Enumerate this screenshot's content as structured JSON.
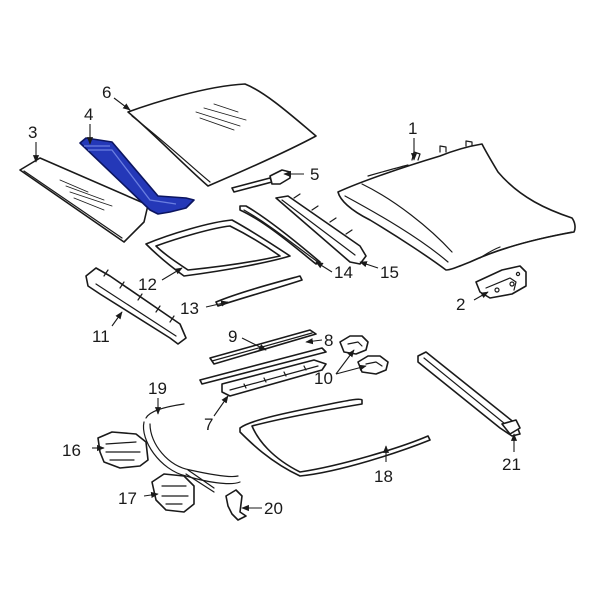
{
  "diagram": {
    "highlight_color": "#2438b8",
    "line_color": "#1a1a1a",
    "background": "#ffffff",
    "callouts": {
      "c1": "1",
      "c2": "2",
      "c3": "3",
      "c4": "4",
      "c5": "5",
      "c6": "6",
      "c7": "7",
      "c8": "8",
      "c9": "9",
      "c10": "10",
      "c11": "11",
      "c12": "12",
      "c13": "13",
      "c14": "14",
      "c15": "15",
      "c16": "16",
      "c17": "17",
      "c18": "18",
      "c19": "19",
      "c20": "20",
      "c21": "21"
    },
    "highlighted_part": "4"
  }
}
